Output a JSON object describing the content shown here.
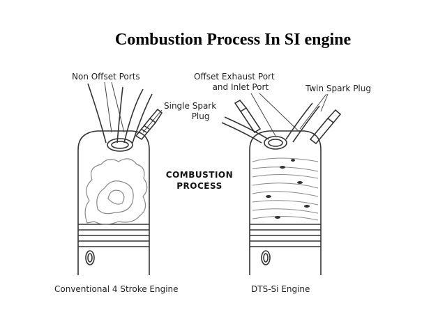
{
  "title": "Combustion Process In SI engine",
  "labels": {
    "non_offset_ports": "Non Offset Ports",
    "single_spark_plug_line1": "Single Spark",
    "single_spark_plug_line2": "Plug",
    "offset_ports_line1": "Offset Exhaust Port",
    "offset_ports_line2": "and Inlet Port",
    "twin_spark_plug": "Twin Spark Plug",
    "center_line1": "COMBUSTION",
    "center_line2": "PROCESS",
    "left_engine": "Conventional 4 Stroke Engine",
    "right_engine": "DTS-Si Engine"
  }
}
